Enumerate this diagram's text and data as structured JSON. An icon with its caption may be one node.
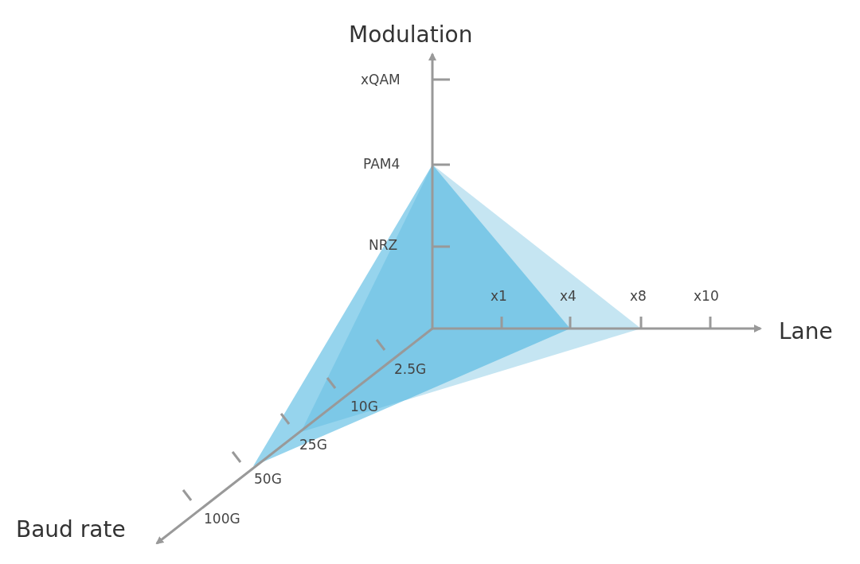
{
  "diagram": {
    "labels": [
      "Modulation",
      "xQAM",
      "PAM4",
      "NRZ",
      "x1",
      "x4",
      "x8",
      "x10",
      "Lane",
      "2.5G",
      "10G",
      "25G",
      "50G",
      "100G",
      "Baud rate"
    ]
  }
}
